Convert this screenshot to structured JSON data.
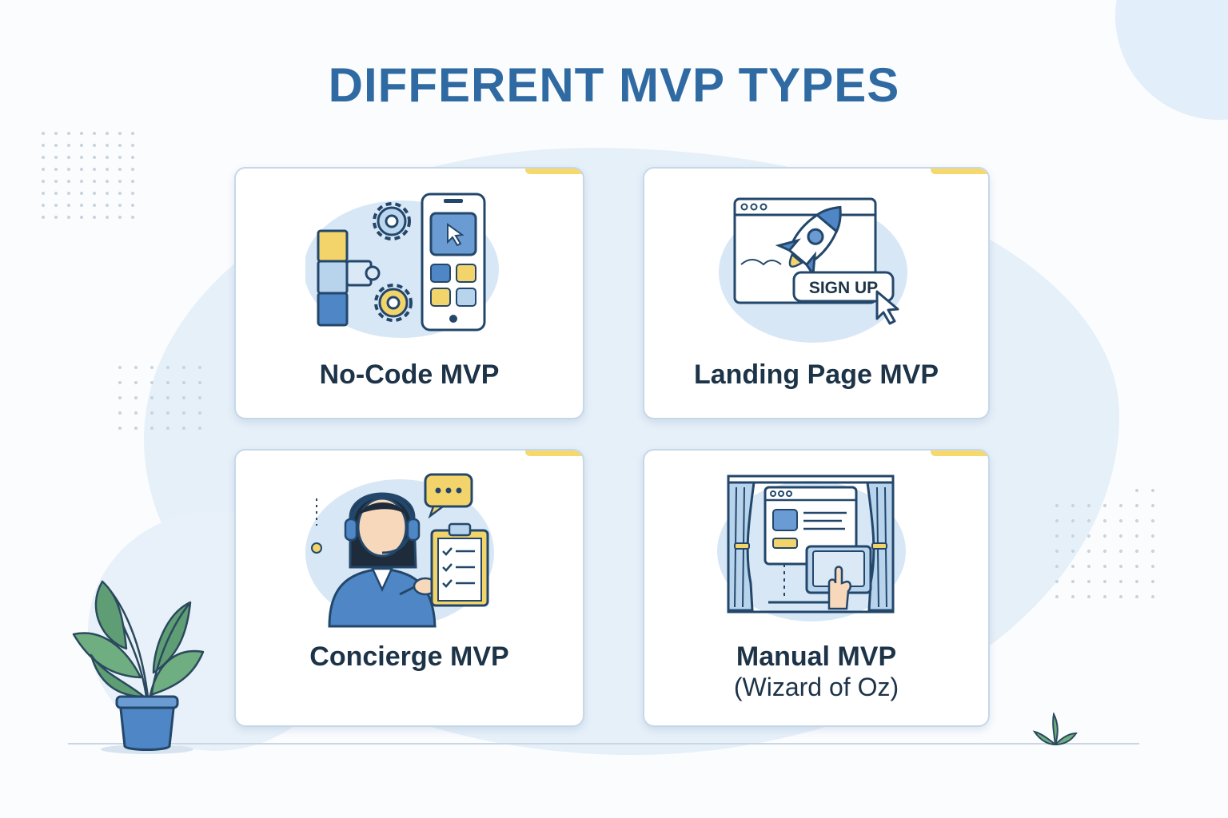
{
  "title": "DIFFERENT MVP TYPES",
  "cards": [
    {
      "label": "No-Code MVP",
      "icon": "no-code-builder-icon"
    },
    {
      "label": "Landing Page MVP",
      "icon": "landing-page-rocket-icon",
      "button_text": "SIGN UP"
    },
    {
      "label": "Concierge MVP",
      "icon": "concierge-agent-icon"
    },
    {
      "label": "Manual MVP",
      "sublabel": "(Wizard of Oz)",
      "icon": "wizard-of-oz-curtain-icon"
    }
  ],
  "colors": {
    "title": "#2f6aa3",
    "card_label": "#1d3347",
    "accent_yellow": "#f6d86b",
    "icon_blue": "#4f86c6",
    "background_blob": "#e3eef8"
  }
}
